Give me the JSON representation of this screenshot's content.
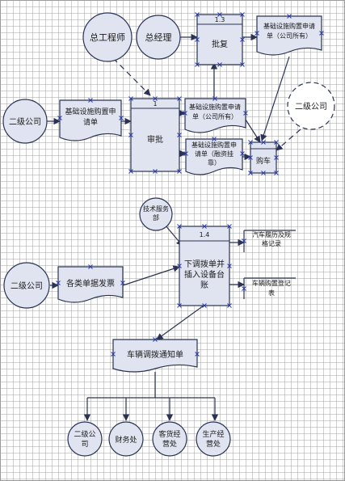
{
  "entities": {
    "chief_engineer": "总工程师",
    "general_manager": "总经理",
    "secondary_company_1": "二级公司",
    "secondary_company_2": "二级公司",
    "secondary_company_3": "二级公司",
    "tech_service_dept": [
      "技术服务",
      "部"
    ]
  },
  "processes": {
    "approve_reply": {
      "id": "1.3",
      "label": "批复"
    },
    "review": {
      "id": "1",
      "label": "审批"
    },
    "buy_car": {
      "label": "购车"
    },
    "allocation": {
      "id": "1.4",
      "label": [
        "下调拨单并",
        "插入设备台",
        "账"
      ]
    }
  },
  "documents": {
    "infra_app_company_top": [
      "基础设施购置申请",
      "单（公司所有）"
    ],
    "infra_app": [
      "基础设施购置申",
      "请单"
    ],
    "infra_app_company_mid": [
      "基础设施购置申请",
      "单（公司所有）"
    ],
    "infra_app_leased": [
      "基础设施购置申",
      "请单（融资挂",
      "靠）"
    ],
    "vehicle_file": [
      "汽车履历及规",
      "格记录"
    ],
    "vehicle_ledger": [
      "车辆购置登记",
      "表"
    ],
    "documents_invoices": "各类单据发票",
    "transfer_notice": "车辆调拨通知单"
  },
  "recipients": [
    [
      "二级公",
      "司"
    ],
    [
      "财务处"
    ],
    [
      "客货经",
      "营处"
    ],
    [
      "生产经",
      "营处"
    ]
  ],
  "colors": {
    "shape_fill": "#dfe4f0",
    "stroke": "#2b3354",
    "connector": "#2b3354",
    "x_mark": "#2b3db0"
  }
}
